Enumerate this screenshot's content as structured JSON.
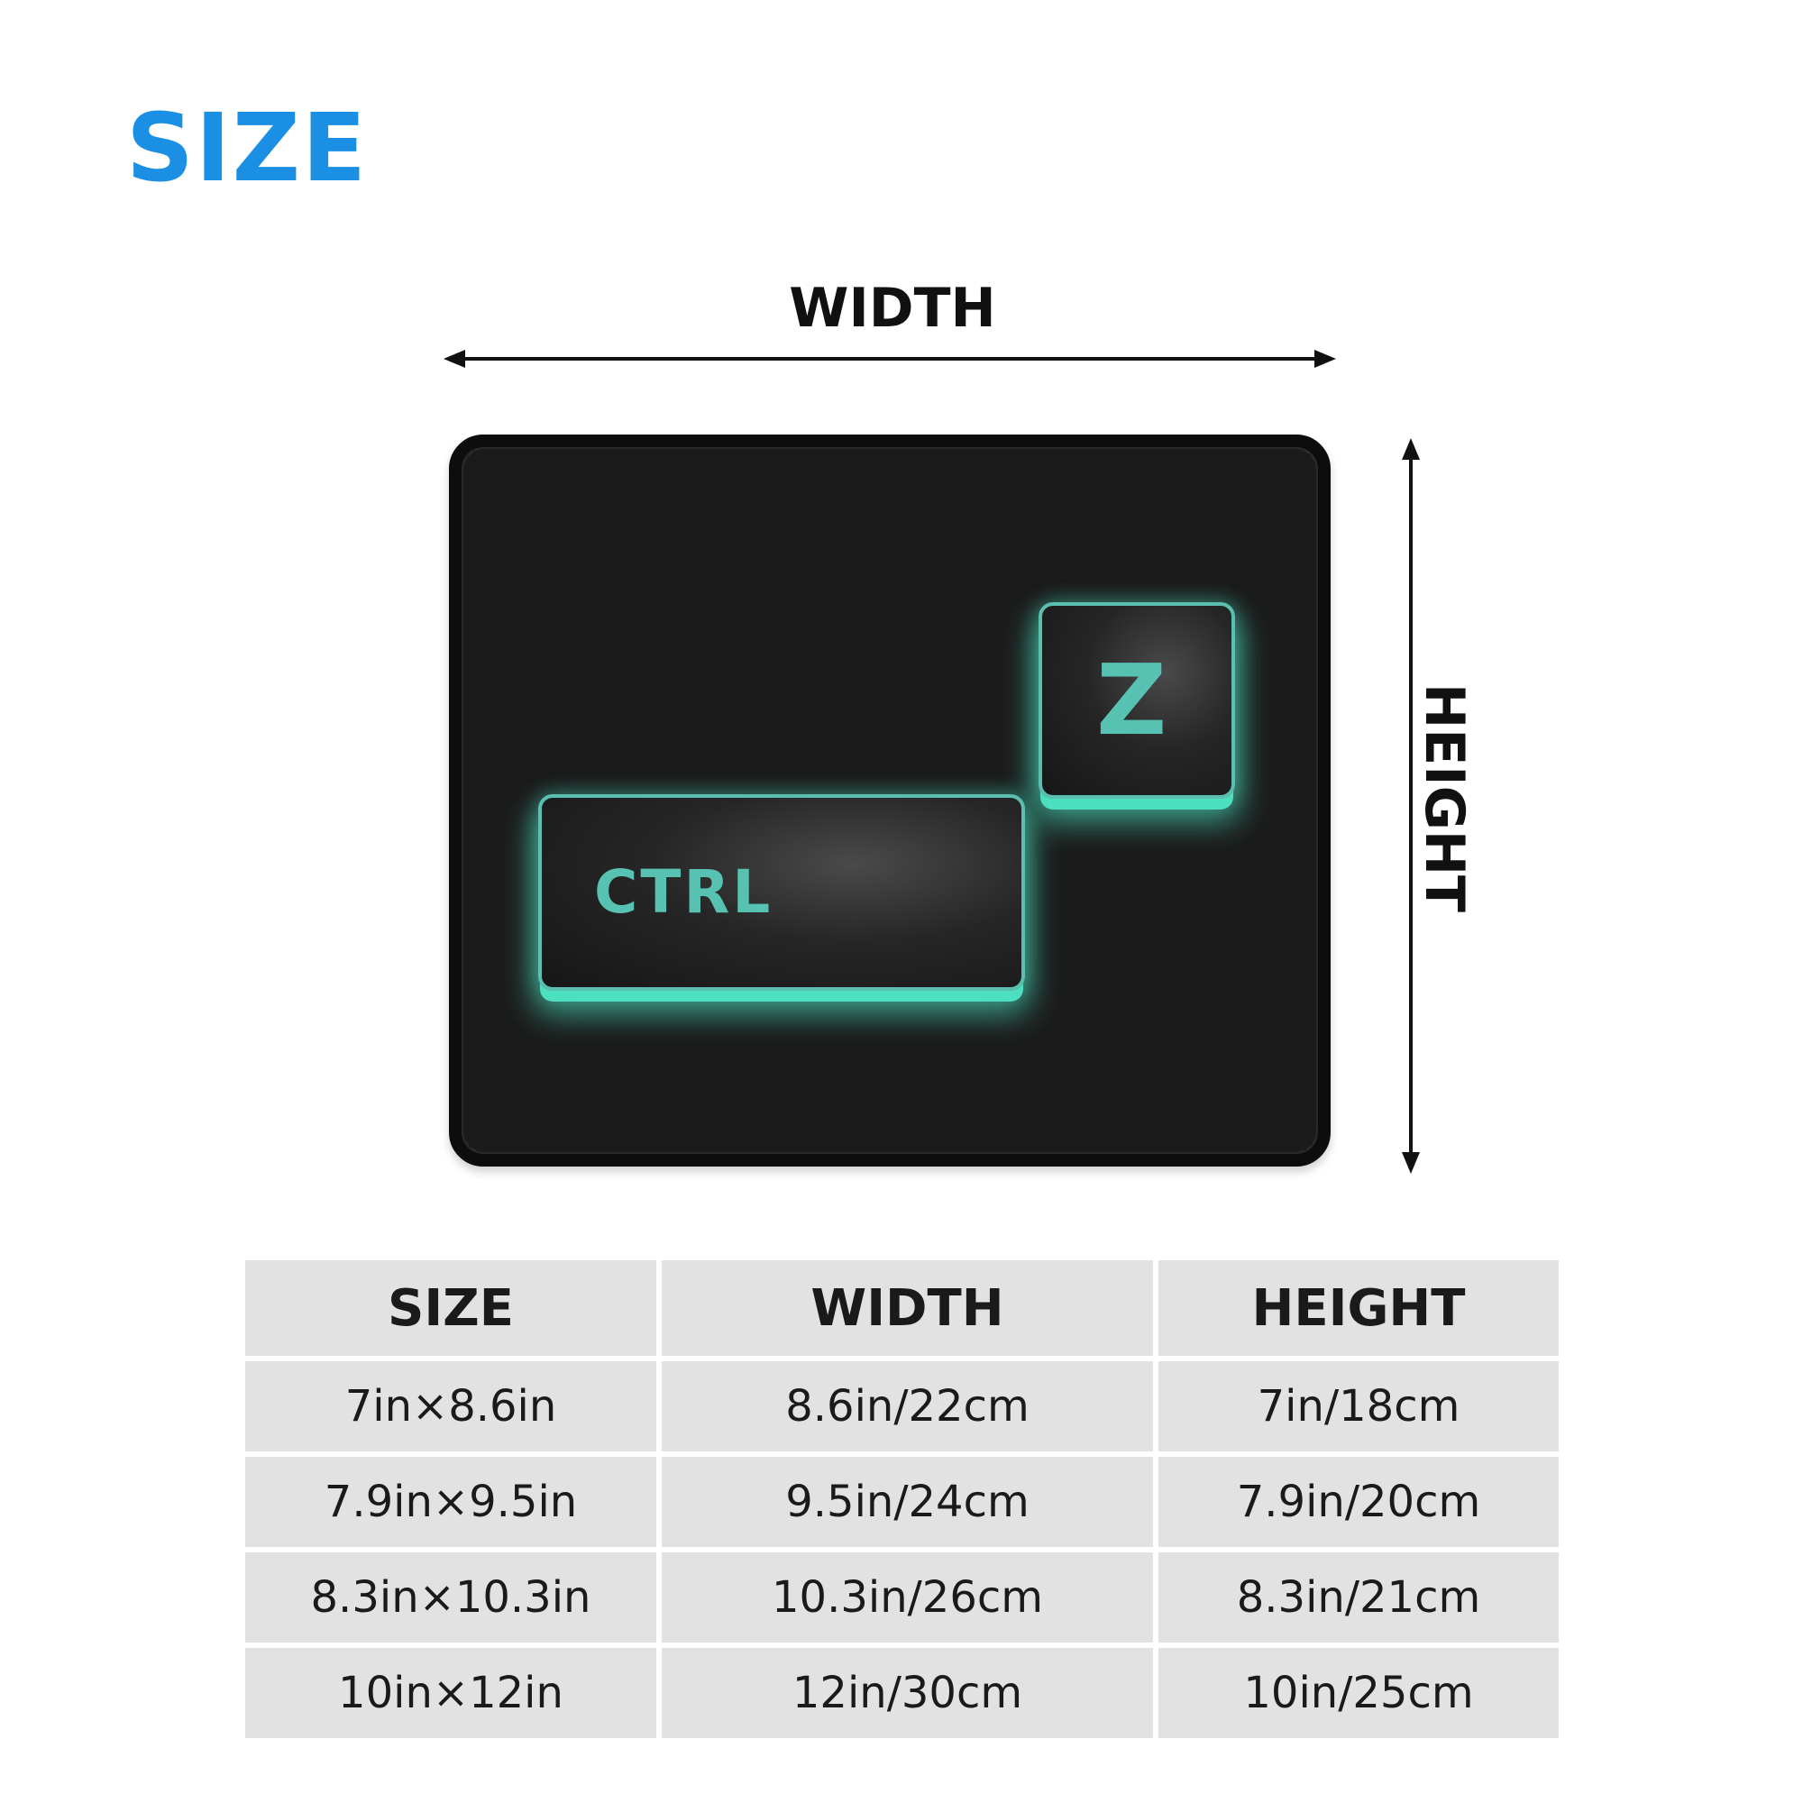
{
  "colors": {
    "accent": "#1a8fe3",
    "arrow": "#111111",
    "glow": "#4ce0c0",
    "key_text": "#58c2b2",
    "pad": "#1b1b1b",
    "table_cell": "#e2e2e2"
  },
  "heading": {
    "title": "SIZE"
  },
  "dimensions": {
    "width_label": "WIDTH",
    "height_label": "HEIGHT"
  },
  "pad": {
    "keys": [
      {
        "label": "CTRL"
      },
      {
        "label": "Z"
      }
    ]
  },
  "table": {
    "headers": [
      "SIZE",
      "WIDTH",
      "HEIGHT"
    ],
    "rows": [
      [
        "7in×8.6in",
        "8.6in/22cm",
        "7in/18cm"
      ],
      [
        "7.9in×9.5in",
        "9.5in/24cm",
        "7.9in/20cm"
      ],
      [
        "8.3in×10.3in",
        "10.3in/26cm",
        "8.3in/21cm"
      ],
      [
        "10in×12in",
        "12in/30cm",
        "10in/25cm"
      ]
    ]
  }
}
